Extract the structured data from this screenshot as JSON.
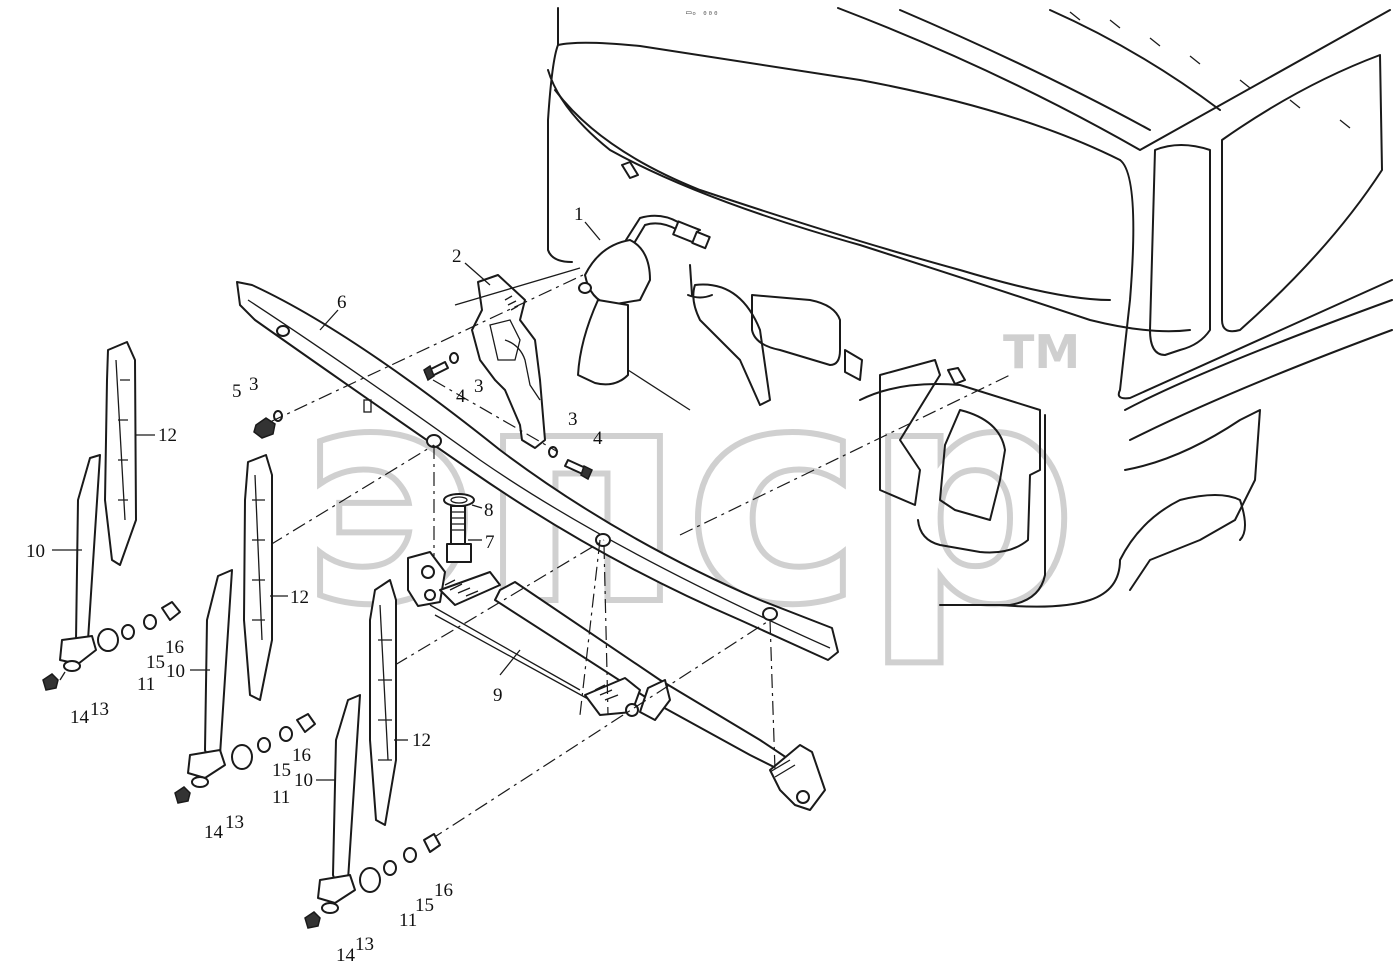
{
  "header_code": "▭ₒ ₀₀₀",
  "watermark": {
    "text": "эпср",
    "tm": "TM"
  },
  "callouts": [
    {
      "id": "c1",
      "text": "1"
    },
    {
      "id": "c2",
      "text": "2"
    },
    {
      "id": "c6",
      "text": "6"
    },
    {
      "id": "c3a",
      "text": "3"
    },
    {
      "id": "c5",
      "text": "5"
    },
    {
      "id": "c4a",
      "text": "4"
    },
    {
      "id": "c3b",
      "text": "3"
    },
    {
      "id": "c3c",
      "text": "3"
    },
    {
      "id": "c4b",
      "text": "4"
    },
    {
      "id": "c8",
      "text": "8"
    },
    {
      "id": "c7",
      "text": "7"
    },
    {
      "id": "c9",
      "text": "9"
    },
    {
      "id": "c12a",
      "text": "12"
    },
    {
      "id": "c10a",
      "text": "10"
    },
    {
      "id": "c16a",
      "text": "16"
    },
    {
      "id": "c15a",
      "text": "15"
    },
    {
      "id": "c11a",
      "text": "11"
    },
    {
      "id": "c14a",
      "text": "14"
    },
    {
      "id": "c13a",
      "text": "13"
    },
    {
      "id": "c12b",
      "text": "12"
    },
    {
      "id": "c10b",
      "text": "10"
    },
    {
      "id": "c16b",
      "text": "16"
    },
    {
      "id": "c15b",
      "text": "15"
    },
    {
      "id": "c11b",
      "text": "11"
    },
    {
      "id": "c14b",
      "text": "14"
    },
    {
      "id": "c13b",
      "text": "13"
    },
    {
      "id": "c12c",
      "text": "12"
    },
    {
      "id": "c10c",
      "text": "10"
    },
    {
      "id": "c16c",
      "text": "16"
    },
    {
      "id": "c15c",
      "text": "15"
    },
    {
      "id": "c11c",
      "text": "11"
    },
    {
      "id": "c14c",
      "text": "14"
    },
    {
      "id": "c13c",
      "text": "13"
    }
  ]
}
